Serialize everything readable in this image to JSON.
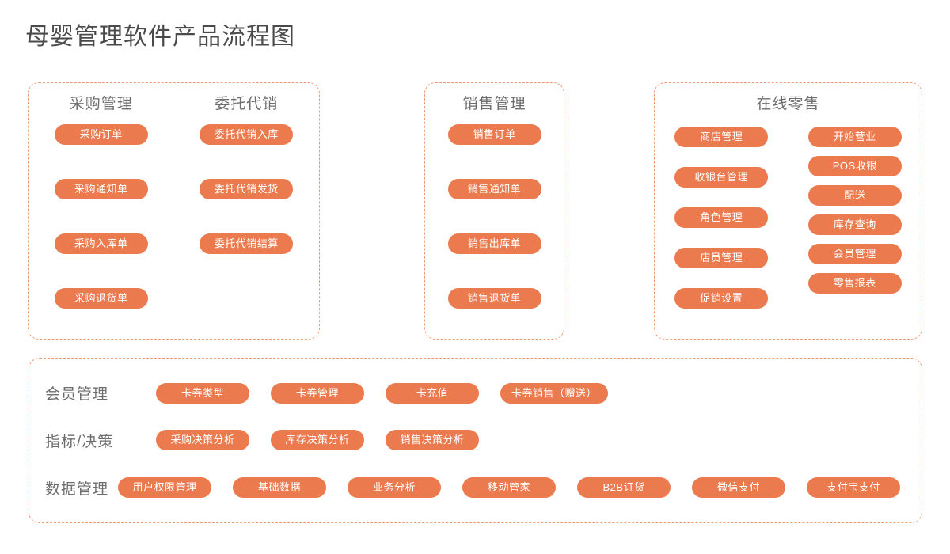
{
  "page": {
    "title": "母婴管理软件产品流程图",
    "background": "#ffffff",
    "accent": "#ec7a4f",
    "border_color": "#ef9a76",
    "title_color": "#4a4a4a",
    "label_color": "#6d6d6d"
  },
  "panels": [
    {
      "id": "purchase",
      "columns": [
        {
          "title": "采购管理",
          "items": [
            "采购订单",
            "采购通知单",
            "采购入库单",
            "采购退货单"
          ]
        },
        {
          "title": "委托代销",
          "items": [
            "委托代销入库",
            "委托代销发货",
            "委托代销结算"
          ]
        }
      ]
    },
    {
      "id": "sales",
      "columns": [
        {
          "title": "销售管理",
          "items": [
            "销售订单",
            "销售通知单",
            "销售出库单",
            "销售退货单"
          ]
        }
      ]
    },
    {
      "id": "retail",
      "title": "在线零售",
      "columns": [
        {
          "title": "",
          "items": [
            "商店管理",
            "收银台管理",
            "角色管理",
            "店员管理",
            "促销设置"
          ]
        },
        {
          "title": "",
          "items": [
            "开始营业",
            "POS收银",
            "配送",
            "库存查询",
            "会员管理",
            "零售报表"
          ]
        }
      ]
    }
  ],
  "general": {
    "rows": [
      {
        "label": "会员管理",
        "items": [
          "卡券类型",
          "卡券管理",
          "卡充值",
          "卡券销售（赠送）"
        ]
      },
      {
        "label": "指标/决策",
        "items": [
          "采购决策分析",
          "库存决策分析",
          "销售决策分析"
        ]
      },
      {
        "label": "数据管理",
        "items": [
          "用户权限管理",
          "基础数据",
          "业务分析",
          "移动管家",
          "B2B订货",
          "微信支付",
          "支付宝支付"
        ]
      }
    ]
  }
}
